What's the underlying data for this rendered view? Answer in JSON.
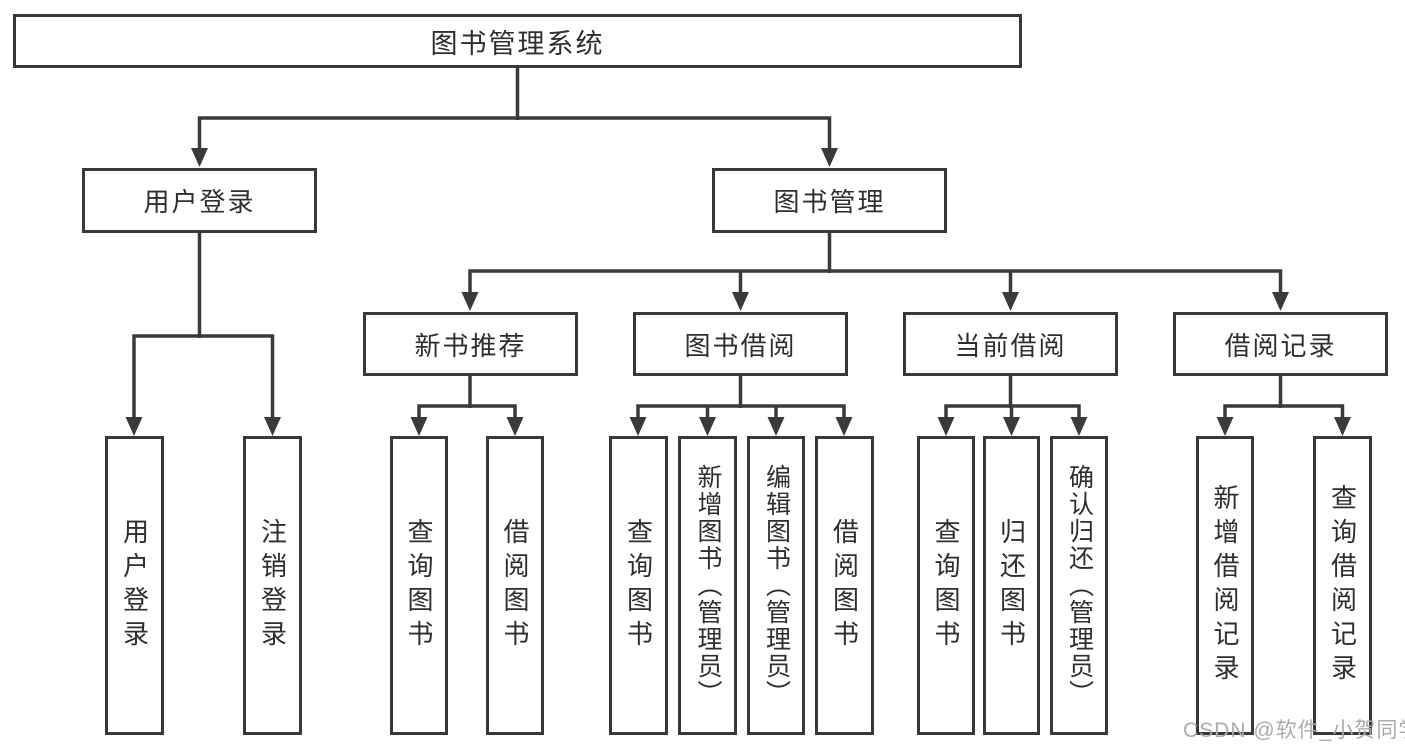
{
  "diagram": {
    "root": "图书管理系统",
    "user_login": {
      "label": "用户登录",
      "children": [
        "用户登录",
        "注销登录"
      ]
    },
    "book_mgmt": {
      "label": "图书管理",
      "groups": [
        {
          "label": "新书推荐",
          "children": [
            "查询图书",
            "借阅图书"
          ]
        },
        {
          "label": "图书借阅",
          "children": [
            "查询图书",
            "新增图书（管理员）",
            "编辑图书（管理员）",
            "借阅图书"
          ]
        },
        {
          "label": "当前借阅",
          "children": [
            "查询图书",
            "归还图书",
            "确认归还（管理员）"
          ]
        },
        {
          "label": "借阅记录",
          "children": [
            "新增借阅记录",
            "查询借阅记录"
          ]
        }
      ]
    }
  },
  "watermark": "CSDN @软件_小贺同学",
  "colors": {
    "line": "#3a3a3a",
    "border": "#383838",
    "text": "#2e2e2e",
    "watermark": "#ababab",
    "background": "#ffffff"
  }
}
